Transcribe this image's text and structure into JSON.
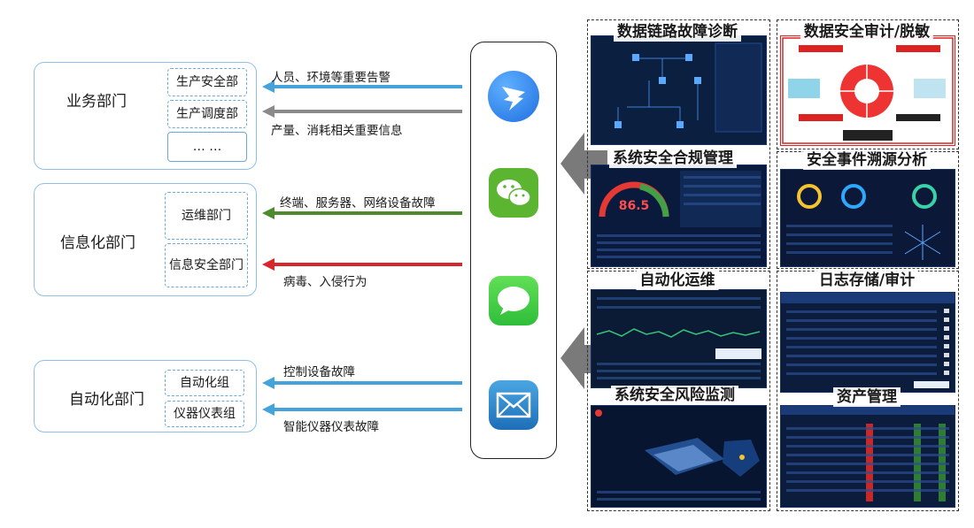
{
  "departments": [
    {
      "name": "业务部门",
      "subs": [
        "生产安全部",
        "生产调度部",
        "…  …"
      ]
    },
    {
      "name": "信息化部门",
      "subs": [
        "运维部门",
        "信息安全部门"
      ]
    },
    {
      "name": "自动化部门",
      "subs": [
        "自动化组",
        "仪器仪表组"
      ]
    }
  ],
  "alerts": [
    {
      "label": "人员、环境等重要告警",
      "color": "#45a3dc"
    },
    {
      "label": "产量、消耗相关重要信息",
      "color": "#8a8a8a"
    },
    {
      "label": "终端、服务器、网络设备故障",
      "color": "#4e8a2e"
    },
    {
      "label": "病毒、入侵行为",
      "color": "#d8262d"
    },
    {
      "label": "控制设备故障",
      "color": "#45a3dc"
    },
    {
      "label": "智能仪器仪表故障",
      "color": "#45a3dc"
    }
  ],
  "channels": [
    "dingtalk-icon",
    "wechat-icon",
    "messages-icon",
    "mail-icon"
  ],
  "panels": [
    "数据链路故障诊断",
    "数据安全审计/脱敏",
    "系统安全合规管理",
    "安全事件溯源分析",
    "自动化运维",
    "日志存储/审计",
    "系统安全风险监测",
    "资产管理"
  ],
  "gauge_value": "86.5"
}
